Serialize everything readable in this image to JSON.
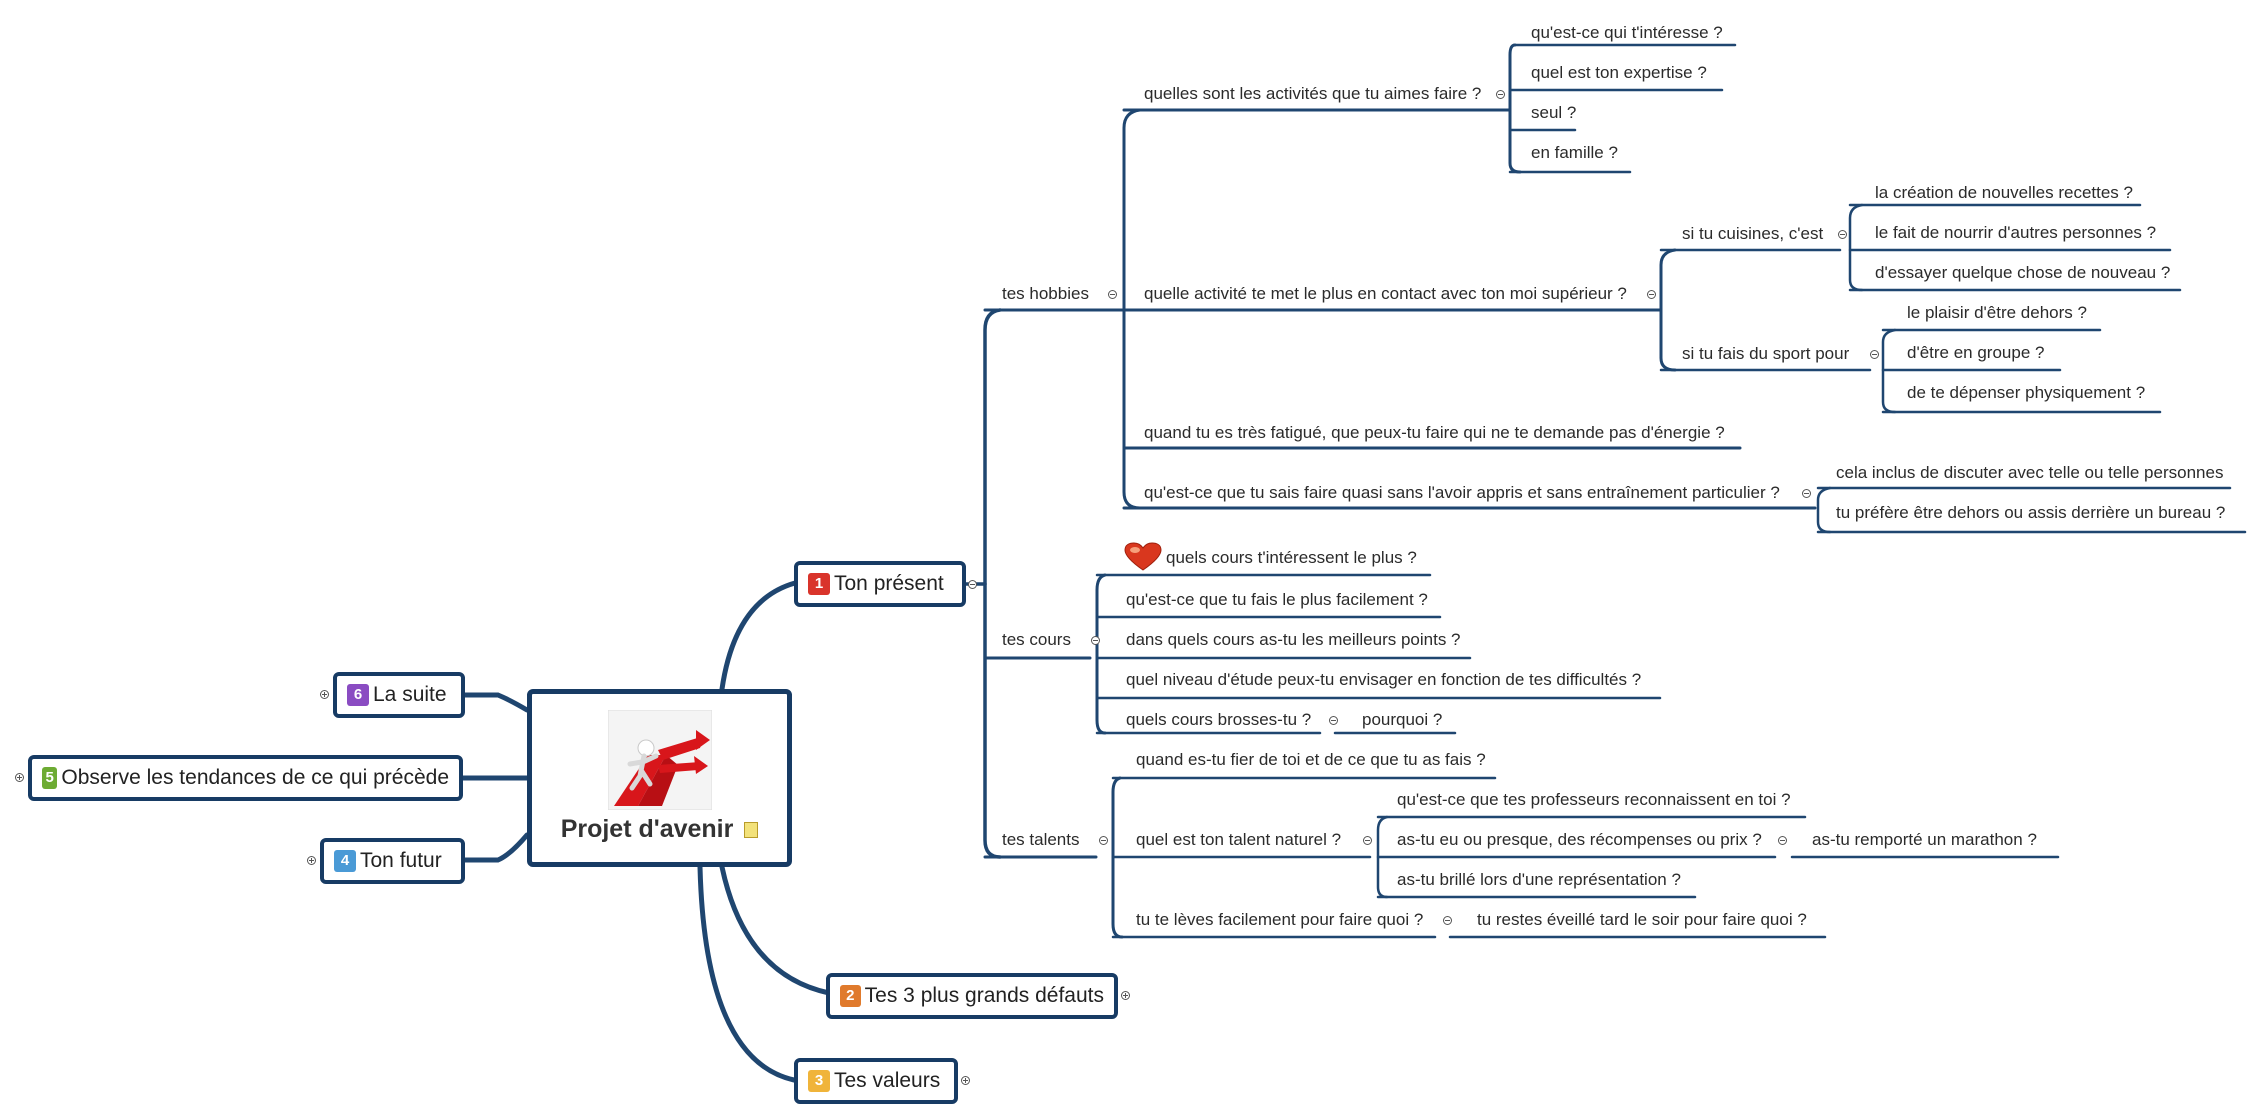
{
  "root": {
    "title": "Projet d'avenir"
  },
  "main_topics": [
    {
      "id": "t1",
      "number": "1",
      "label": "Ton présent",
      "badge_color": "#d9342b"
    },
    {
      "id": "t2",
      "number": "2",
      "label": "Tes 3 plus grands défauts",
      "badge_color": "#e07a2c"
    },
    {
      "id": "t3",
      "number": "3",
      "label": "Tes valeurs",
      "badge_color": "#f0b43a"
    },
    {
      "id": "t4",
      "number": "4",
      "label": "Ton futur",
      "badge_color": "#4a9ad6"
    },
    {
      "id": "t5",
      "number": "5",
      "label": "Observe les tendances de ce qui précède",
      "badge_color": "#6dab33"
    },
    {
      "id": "t6",
      "number": "6",
      "label": "La suite",
      "badge_color": "#8a4cc2"
    }
  ],
  "nodes": {
    "hobbies": "tes hobbies",
    "h1": "quelles sont les activités que tu aimes faire ?",
    "h1a": "qu'est-ce qui t'intéresse ?",
    "h1b": "quel est ton expertise ?",
    "h1c": "seul ?",
    "h1d": "en famille ?",
    "h2": "quelle activité te met le plus en contact avec ton moi supérieur ?",
    "h2a": "si tu cuisines, c'est",
    "h2a1": "la création de nouvelles recettes ?",
    "h2a2": "le fait de nourrir d'autres personnes ?",
    "h2a3": "d'essayer quelque chose de nouveau ?",
    "h2b": "si tu fais du sport pour",
    "h2b1": "le plaisir d'être dehors ?",
    "h2b2": "d'être  en groupe ?",
    "h2b3": "de te dépenser physiquement ?",
    "h3": "quand tu es très fatigué, que peux-tu faire qui ne te demande pas d'énergie ?",
    "h4": "qu'est-ce que tu sais faire quasi sans l'avoir appris et sans entraînement particulier ?",
    "h4a": "cela inclus de discuter avec telle ou telle personnes",
    "h4b": "tu préfère être dehors ou assis derrière un bureau ?",
    "cours": "tes cours",
    "c1": "quels cours t'intéressent le plus ?",
    "c2": "qu'est-ce que tu fais le plus facilement ?",
    "c3": "dans quels cours as-tu les meilleurs points ?",
    "c4": "quel niveau d'étude peux-tu envisager en fonction de tes difficultés ?",
    "c5": "quels cours brosses-tu ?",
    "c5a": "pourquoi ?",
    "talents": "tes talents",
    "ta1": "quand es-tu fier de toi et de ce que tu as fais ?",
    "ta2": "quel est ton talent naturel ?",
    "ta2a": "qu'est-ce que tes professeurs reconnaissent en toi ?",
    "ta2b": "as-tu eu ou presque, des récompenses ou prix ?",
    "ta2b1": "as-tu remporté un marathon ?",
    "ta2c": "as-tu brillé lors d'une représentation ?",
    "ta3": "tu te lèves facilement pour faire quoi ?",
    "ta3a": "tu restes éveillé tard le soir pour faire quoi ?"
  },
  "icons": {
    "heart": "heart-icon",
    "note": "note-icon",
    "root_image": "running-figure-arrows-image"
  },
  "colors": {
    "connector": "#1f4670",
    "node_border": "#173b64",
    "text": "#2b2b2b"
  }
}
